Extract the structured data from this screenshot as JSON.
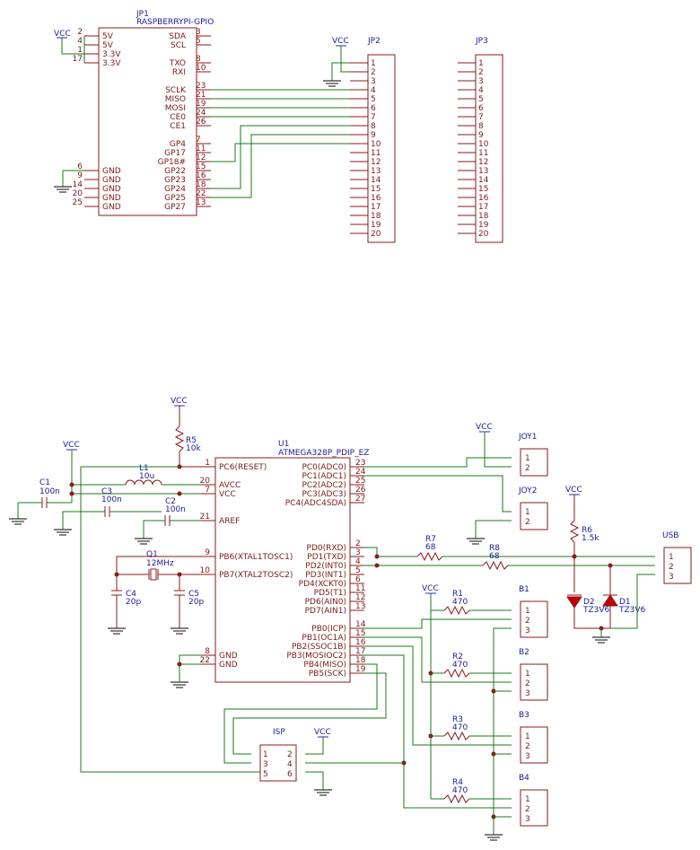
{
  "vcc_label": "VCC",
  "jp1": {
    "ref": "JP1",
    "value": "RASPBERRYPI-GPIO",
    "left_pins": [
      {
        "num": "2",
        "name": "5V"
      },
      {
        "num": "4",
        "name": "5V"
      },
      {
        "num": "1",
        "name": "3.3V"
      },
      {
        "num": "17",
        "name": "3.3V"
      },
      {
        "num": "6",
        "name": "GND"
      },
      {
        "num": "9",
        "name": "GND"
      },
      {
        "num": "14",
        "name": "GND"
      },
      {
        "num": "20",
        "name": "GND"
      },
      {
        "num": "25",
        "name": "GND"
      }
    ],
    "right_pins": [
      {
        "num": "3",
        "name": "SDA"
      },
      {
        "num": "5",
        "name": "SCL"
      },
      {
        "num": "8",
        "name": "TXO"
      },
      {
        "num": "10",
        "name": "RXI"
      },
      {
        "num": "23",
        "name": "SCLK"
      },
      {
        "num": "21",
        "name": "MISO"
      },
      {
        "num": "19",
        "name": "MOSI"
      },
      {
        "num": "24",
        "name": "CE0"
      },
      {
        "num": "26",
        "name": "CE1"
      },
      {
        "num": "7",
        "name": "GP4"
      },
      {
        "num": "11",
        "name": "GP17"
      },
      {
        "num": "12",
        "name": "GP18#"
      },
      {
        "num": "15",
        "name": "GP22"
      },
      {
        "num": "16",
        "name": "GP23"
      },
      {
        "num": "18",
        "name": "GP24"
      },
      {
        "num": "22",
        "name": "GP25"
      },
      {
        "num": "13",
        "name": "GP27"
      }
    ]
  },
  "jp2": {
    "ref": "JP2",
    "pins": [
      "1",
      "2",
      "3",
      "4",
      "5",
      "6",
      "7",
      "8",
      "9",
      "10",
      "11",
      "12",
      "13",
      "14",
      "15",
      "16",
      "17",
      "18",
      "19",
      "20"
    ]
  },
  "jp3": {
    "ref": "JP3",
    "pins": [
      "1",
      "2",
      "3",
      "4",
      "5",
      "6",
      "7",
      "8",
      "9",
      "10",
      "11",
      "12",
      "13",
      "14",
      "15",
      "16",
      "17",
      "18",
      "19",
      "20"
    ]
  },
  "u1": {
    "ref": "U1",
    "value": "ATMEGA328P_PDIP_EZ",
    "left_pins": [
      {
        "num": "1",
        "name": "PC6(RESET)"
      },
      {
        "num": "20",
        "name": "AVCC"
      },
      {
        "num": "7",
        "name": "VCC"
      },
      {
        "num": "21",
        "name": "AREF"
      },
      {
        "num": "9",
        "name": "PB6(XTAL1TOSC1)"
      },
      {
        "num": "10",
        "name": "PB7(XTAL2TOSC2)"
      },
      {
        "num": "8",
        "name": "GND"
      },
      {
        "num": "22",
        "name": "GND"
      }
    ],
    "right_pins": [
      {
        "num": "23",
        "name": "PC0(ADC0)"
      },
      {
        "num": "24",
        "name": "PC1(ADC1)"
      },
      {
        "num": "25",
        "name": "PC2(ADC2)"
      },
      {
        "num": "26",
        "name": "PC3(ADC3)"
      },
      {
        "num": "27",
        "name": "PC4(ADC4SDA)"
      },
      {
        "num": "2",
        "name": "PD0(RXD)"
      },
      {
        "num": "3",
        "name": "PD1(TXD)"
      },
      {
        "num": "4",
        "name": "PD2(INT0)"
      },
      {
        "num": "5",
        "name": "PD3(INT1)"
      },
      {
        "num": "6",
        "name": "PD4(XCKT0)"
      },
      {
        "num": "11",
        "name": "PD5(T1)"
      },
      {
        "num": "12",
        "name": "PD6(AIN0)"
      },
      {
        "num": "13",
        "name": "PD7(AIN1)"
      },
      {
        "num": "14",
        "name": "PB0(ICP)"
      },
      {
        "num": "15",
        "name": "PB1(OC1A)"
      },
      {
        "num": "16",
        "name": "PB2(SSOC1B)"
      },
      {
        "num": "17",
        "name": "PB3(MOSIOC2)"
      },
      {
        "num": "18",
        "name": "PB4(MISO)"
      },
      {
        "num": "19",
        "name": "PB5(SCK)"
      }
    ]
  },
  "parts": {
    "r5": {
      "ref": "R5",
      "value": "10k"
    },
    "l1": {
      "ref": "L1",
      "value": "10u"
    },
    "c1": {
      "ref": "C1",
      "value": "100n"
    },
    "c2": {
      "ref": "C2",
      "value": "100n"
    },
    "c3": {
      "ref": "C3",
      "value": "100n"
    },
    "q1": {
      "ref": "Q1",
      "value": "12MHz"
    },
    "c4": {
      "ref": "C4",
      "value": "20p"
    },
    "c5": {
      "ref": "C5",
      "value": "20p"
    },
    "r7": {
      "ref": "R7",
      "value": "68"
    },
    "r8": {
      "ref": "R8",
      "value": "68"
    },
    "r6": {
      "ref": "R6",
      "value": "1.5k"
    },
    "d1": {
      "ref": "D1",
      "value": "TZ3V6"
    },
    "d2": {
      "ref": "D2",
      "value": "TZ3V6"
    },
    "r1": {
      "ref": "R1",
      "value": "470"
    },
    "r2": {
      "ref": "R2",
      "value": "470"
    },
    "r3": {
      "ref": "R3",
      "value": "470"
    },
    "r4": {
      "ref": "R4",
      "value": "470"
    }
  },
  "joy1": {
    "ref": "JOY1",
    "pins": [
      "1",
      "2"
    ]
  },
  "joy2": {
    "ref": "JOY2",
    "pins": [
      "1",
      "2"
    ]
  },
  "usb": {
    "ref": "USB",
    "pins": [
      "1",
      "2",
      "3"
    ]
  },
  "b1": {
    "ref": "B1",
    "pins": [
      "1",
      "2",
      "3"
    ]
  },
  "b2": {
    "ref": "B2",
    "pins": [
      "1",
      "2",
      "3"
    ]
  },
  "b3": {
    "ref": "B3",
    "pins": [
      "1",
      "2",
      "3"
    ]
  },
  "b4": {
    "ref": "B4",
    "pins": [
      "1",
      "2",
      "3"
    ]
  },
  "isp": {
    "ref": "ISP",
    "pins": [
      "1",
      "2",
      "3",
      "4",
      "5",
      "6"
    ]
  }
}
